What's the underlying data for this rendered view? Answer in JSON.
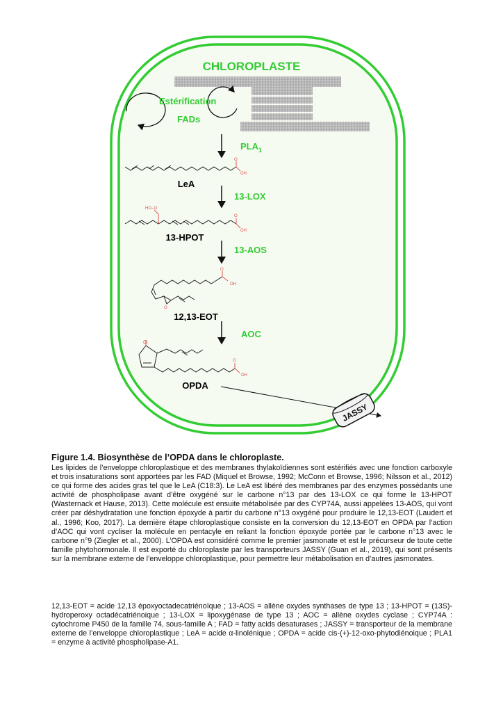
{
  "figure": {
    "title": "CHLOROPLASTE",
    "esterification": "Estérification",
    "fads": "FADs",
    "enzymes": {
      "pla1_main": "PLA",
      "pla1_sub": "1",
      "lox": "13-LOX",
      "aos": "13-AOS",
      "aoc": "AOC"
    },
    "molecules": {
      "lea": "LeA",
      "hpot": "13-HPOT",
      "eot": "12,13-EOT",
      "opda": "OPDA"
    },
    "atoms": {
      "o": "O",
      "oh": "OH",
      "hoo": "HO–O"
    },
    "transporter": "JASSY",
    "colors": {
      "membrane": "#33cc33",
      "label": "#33cc33",
      "thylakoid": "#9a9a9a",
      "oxygen": "#d9534f"
    }
  },
  "caption": {
    "title": "Figure 1.4. Biosynthèse de l’OPDA dans le chloroplaste.",
    "body": "Les lipides de l’enveloppe chloroplastique et des membranes thylakoïdiennes sont estérifiés avec une fonction carboxyle et trois insaturations sont apportées par les FAD (Miquel et Browse, 1992; McConn et Browse, 1996; Nilsson et al., 2012) ce qui forme des acides gras tel que le LeA (C18:3). Le LeA est libéré des membranes par des enzymes possédants une activité de phospholipase avant d’être oxygéné sur le carbone n°13 par des 13-LOX ce qui forme le 13-HPOT (Wasternack et Hause, 2013). Cette molécule est ensuite métabolisée par des CYP74A, aussi appelées 13-AOS, qui vont créer par déshydratation une fonction époxyde à partir du carbone n°13 oxygéné pour produire le 12,13-EOT (Laudert et al., 1996; Koo, 2017). La dernière étape chloroplastique consiste en la conversion du 12,13-EOT en OPDA par l’action d’AOC qui vont cycliser la molécule en pentacyle en reliant la fonction époxyde portée par le carbone n°13 avec le carbone n°9 (Ziegler et al., 2000). L’OPDA est considéré comme le premier jasmonate et est le précurseur de toute cette famille phytohormonale. Il est exporté du chloroplaste par les transporteurs JASSY (Guan et al., 2019), qui sont présents sur la membrane externe de l’enveloppe chloroplastique, pour permettre leur métabolisation en d’autres jasmonates.",
    "abbreviations": "12,13-EOT = acide 12,13 époxyoctadecatriénoïque ; 13-AOS = allène oxydes synthases de type 13 ; 13-HPOT = (13S)-hydroperoxy octadécatriénoique ; 13-LOX = lipoxygénase de type 13 ; AOC = allène oxydes cyclase ; CYP74A : cytochrome P450 de la famille 74, sous-famille A ; FAD = fatty acids desaturases ; JASSY = transporteur de la membrane externe de l’enveloppe chloroplastique ; LeA = acide α-linolénique ; OPDA = acide cis-(+)-12-oxo-phytodiénoique ; PLA1 = enzyme à activité phospholipase-A1."
  }
}
